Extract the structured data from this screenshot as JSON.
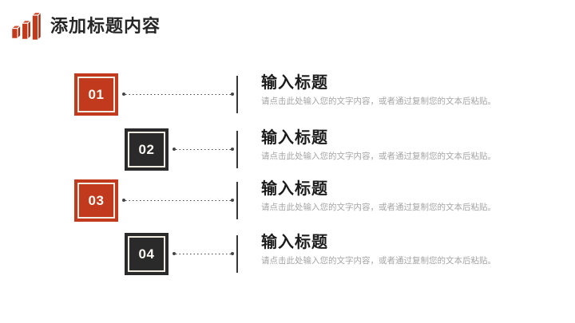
{
  "slide": {
    "header": {
      "title": "添加标题内容",
      "icon": "bar-chart-icon"
    },
    "items": [
      {
        "number": "01",
        "variant": "accent",
        "title": "输入标题",
        "body": "请点击此处输入您的文字内容，或者通过复制您的文本后粘贴。"
      },
      {
        "number": "02",
        "variant": "dark",
        "title": "输入标题",
        "body": "请点击此处输入您的文字内容，或者通过复制您的文本后粘贴。"
      },
      {
        "number": "03",
        "variant": "accent",
        "title": "输入标题",
        "body": "请点击此处输入您的文字内容，或者通过复制您的文本后粘贴。"
      },
      {
        "number": "04",
        "variant": "dark",
        "title": "输入标题",
        "body": "请点击此处输入您的文字内容，或者通过复制您的文本后粘贴。"
      }
    ],
    "colors": {
      "accent": "#C13A1D",
      "dark": "#2A2A2A",
      "header_text": "#262626",
      "item_title": "#1C1C1C",
      "item_body": "#A5A5A5",
      "connector": "#454545",
      "inner_border": "#F2EDE2"
    }
  }
}
